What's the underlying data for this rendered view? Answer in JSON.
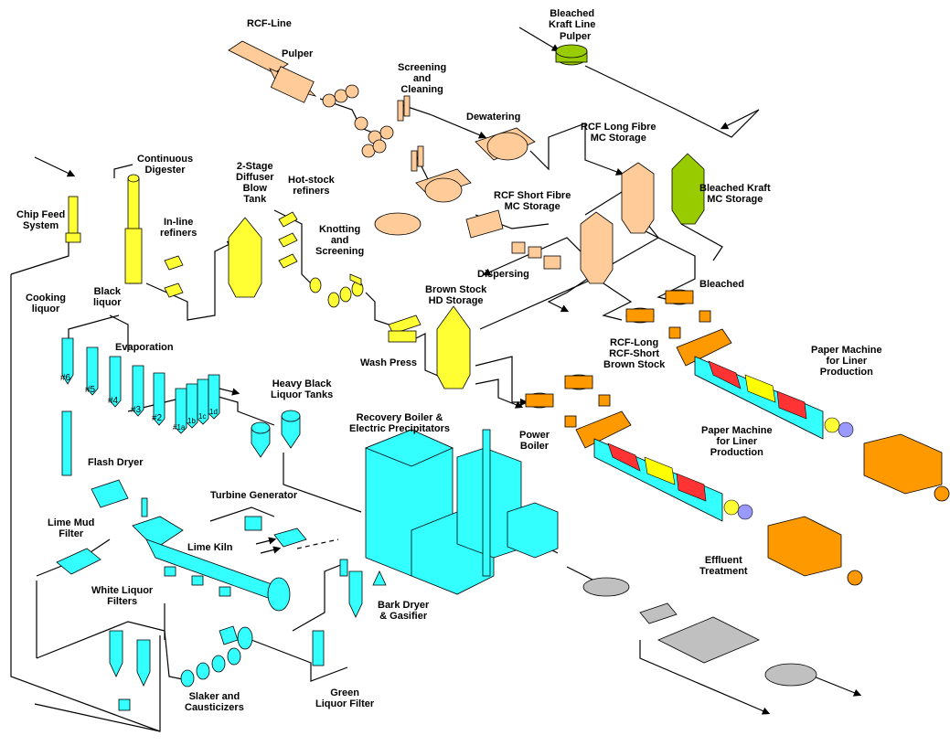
{
  "labels": {
    "rcf_line": "RCF-Line",
    "pulper": "Pulper",
    "screening_cleaning": [
      "Screening",
      "and",
      "Cleaning"
    ],
    "dewatering": "Dewatering",
    "bleached_kraft_line": [
      "Bleached",
      "Kraft Line"
    ],
    "bk_pulper": "Pulper",
    "rcf_long_storage": [
      "RCF Long Fibre",
      "MC Storage"
    ],
    "bleached_kraft_storage": [
      "Bleached Kraft",
      "MC Storage"
    ],
    "rcf_short_storage": [
      "RCF Short Fibre",
      "MC Storage"
    ],
    "dispersing": "Dispersing",
    "continuous_digester": [
      "Continuous",
      "Digester"
    ],
    "diffuser_blow_tank": [
      "2-Stage",
      "Diffuser",
      "Blow",
      "Tank"
    ],
    "hot_stock_refiners": [
      "Hot-stock",
      "refiners"
    ],
    "chip_feed": [
      "Chip Feed",
      "System"
    ],
    "inline_refiners": [
      "In-line",
      "refiners"
    ],
    "knotting_screening": [
      "Knotting",
      "and",
      "Screening"
    ],
    "brown_stock_storage": [
      "Brown Stock",
      "HD Storage"
    ],
    "bleached": "Bleached",
    "cooking_liquor": [
      "Cooking",
      "liquor"
    ],
    "black_liquor": [
      "Black",
      "liquor"
    ],
    "wash_press": "Wash Press",
    "evaporation": "Evaporation",
    "rcf_long_short": [
      "RCF-Long",
      "RCF-Short",
      "Brown Stock"
    ],
    "pm_liner_1": [
      "Paper Machine",
      "for Liner",
      "Production"
    ],
    "heavy_black_liquor": [
      "Heavy Black",
      "Liquor Tanks"
    ],
    "recovery_boiler": [
      "Recovery Boiler &",
      "Electric Precipitators"
    ],
    "pm_liner_2": [
      "Paper Machine",
      "for Liner",
      "Production"
    ],
    "power_boiler": [
      "Power",
      "Boiler"
    ],
    "flash_dryer": "Flash Dryer",
    "turbine_generator": "Turbine Generator",
    "lime_mud_filter": [
      "Lime Mud",
      "Filter"
    ],
    "lime_kiln": "Lime Kiln",
    "effluent_treatment": [
      "Effluent",
      "Treatment"
    ],
    "white_liquor_filters": [
      "White Liquor",
      "Filters"
    ],
    "bark_dryer": [
      "Bark Dryer",
      "& Gasifier"
    ],
    "slaker": [
      "Slaker and",
      "Causticizers"
    ],
    "green_liquor_filter": [
      "Green",
      "Liquor Filter"
    ]
  },
  "evaporator_numbers": [
    "#6",
    "#5",
    "#4",
    "#3",
    "#2",
    "#1a",
    "1b",
    "1c",
    "1d"
  ],
  "colors": {
    "fibre_line": "#ffff33",
    "recovery": "#33ffff",
    "rcf": "#ffcc99",
    "paper_machine": "#ff9900",
    "bleached_kraft": "#99cc00",
    "effluent": "#c0c0c0"
  }
}
